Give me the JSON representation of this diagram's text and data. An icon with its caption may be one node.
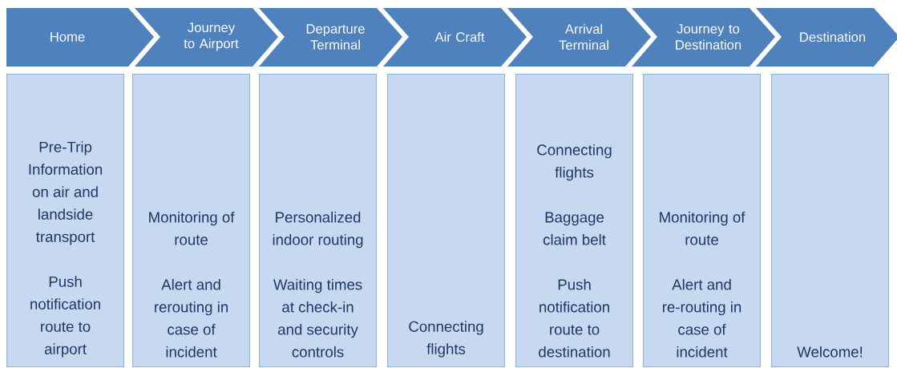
{
  "diagram": {
    "nodes": [
      {
        "text": [
          "Home"
        ]
      },
      {
        "text": [
          "Journey to Airport"
        ]
      },
      {
        "text": [
          "Departure Terminal"
        ]
      },
      {
        "text": [
          "Air Craft"
        ]
      },
      {
        "text": [
          "Arrival Terminal"
        ]
      },
      {
        "text": [
          "Journey to Destination"
        ]
      },
      {
        "text": [
          "Destination"
        ]
      },
      {
        "text": [
          "Pre-Trip Information on air and landside transport",
          "Push notification route to airport"
        ]
      },
      {
        "text": [
          "Monitoring of route",
          "Alert and rerouting in case of incident"
        ]
      },
      {
        "text": [
          "Personalized indoor routing",
          "Waiting times at check-in and security controls"
        ]
      },
      {
        "text": [
          "Connecting flights"
        ]
      },
      {
        "text": [
          "Connecting flights",
          "Baggage claim belt",
          "Push notification route to destination"
        ]
      },
      {
        "text": [
          "Monitoring of route",
          "Alert and re-routing in case of incident"
        ]
      },
      {
        "text": [
          "Welcome!"
        ]
      }
    ]
  }
}
